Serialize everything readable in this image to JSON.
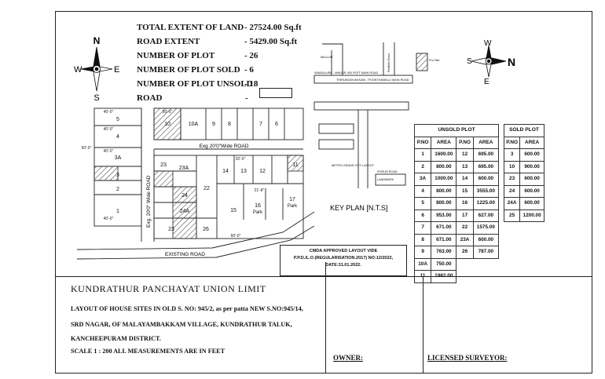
{
  "stats": [
    {
      "label": "TOTAL EXTENT OF LAND",
      "value": "- 27524.00 Sq.ft"
    },
    {
      "label": "ROAD EXTENT",
      "value": "-   5429.00 Sq.ft"
    },
    {
      "label": "NUMBER OF PLOT",
      "value": "- 26"
    },
    {
      "label": "NUMBER OF PLOT SOLD",
      "value": "- 6"
    },
    {
      "label": "NUMBER OF PLOT UNSOLD",
      "value": "- 18"
    }
  ],
  "road_legend": {
    "label": "ROAD",
    "dash": "-"
  },
  "compass": {
    "n": "N",
    "s": "S",
    "e": "E",
    "w": "W"
  },
  "layout": {
    "plot_labels": [
      "5",
      "4",
      "3A",
      "3",
      "2",
      "1",
      "10",
      "10A",
      "9",
      "8",
      "7",
      "6",
      "23",
      "23A",
      "22",
      "14",
      "13",
      "12",
      "24",
      "24A",
      "15",
      "16",
      "17",
      "11",
      "23",
      "26"
    ],
    "park_labels": [
      "Park",
      "Park"
    ],
    "road_labels": [
      "Exg 20'0\"Wide ROAD",
      "Exg. 20'0\" Wide ROAD",
      "EXISTING ROAD"
    ],
    "dims": [
      "40'-0\"",
      "30'-0\"",
      "20'-0\"",
      "21'-8\"",
      "60'-0\"",
      "50'-0\""
    ]
  },
  "key_plan": {
    "title": "KEY PLAN [N.T.S]",
    "labels": [
      "THIRUMUDIVAKKAM - POONTHAMALLI MAIN ROAD",
      "VANDALURE - MINJUR 400 FEET MAIN ROAD",
      "METRO GRAND CITY LAYOUT",
      "LANDMARK",
      "Pro Site",
      "Redhills Road",
      "PORUR ROAD",
      "MALLUR"
    ]
  },
  "approval": {
    "line1": "CMDA APPROVED LAYOUT VIDE",
    "line2": "P.P.D./L.O.(REGULARISATION.2017) NO:12/2022,",
    "line3": "DATE:31.01.2022."
  },
  "unsold": {
    "title": "UNSOLD PLOT",
    "headers": [
      "P.NO",
      "AREA",
      "P.NO",
      "AREA"
    ],
    "rows": [
      [
        "1",
        "1600.00",
        "12",
        "695.00"
      ],
      [
        "2",
        "800.00",
        "13",
        "695.00"
      ],
      [
        "3A",
        "1000.00",
        "14",
        "600.00"
      ],
      [
        "4",
        "800.00",
        "15",
        "3555.00"
      ],
      [
        "5",
        "800.00",
        "16",
        "1225.00"
      ],
      [
        "6",
        "953.00",
        "17",
        "627.00"
      ],
      [
        "7",
        "671.00",
        "22",
        "1575.00"
      ],
      [
        "8",
        "671.00",
        "23A",
        "600.00"
      ],
      [
        "9",
        "763.00",
        "26",
        "787.00"
      ],
      [
        "10A",
        "750.00",
        "",
        ""
      ],
      [
        "11",
        "1982.00",
        "",
        ""
      ]
    ]
  },
  "sold": {
    "title": "SOLD PLOT",
    "headers": [
      "P.NO",
      "AREA"
    ],
    "rows": [
      [
        "3",
        "600.00"
      ],
      [
        "10",
        "900.00"
      ],
      [
        "23",
        "600.00"
      ],
      [
        "24",
        "600.00"
      ],
      [
        "24A",
        "600.00"
      ],
      [
        "25",
        "1200.00"
      ]
    ]
  },
  "title_block": {
    "authority": "KUNDRATHUR  PANCHAYAT  UNION  LIMIT",
    "line1": "LAYOUT OF HOUSE SITES IN OLD S. NO: 945/2, as per patta NEW S.NO:945/14,",
    "line2": "SRD NAGAR, OF MALAYAMBAKKAM VILLAGE, KUNDRATHUR TALUK,",
    "line3": "KANCHEEPURAM DISTRICT.",
    "scale": "SCALE  1 : 200  ALL MEASUREMENTS ARE IN FEET",
    "owner": "OWNER:",
    "surveyor": "LICENSED SURVEYOR:"
  }
}
